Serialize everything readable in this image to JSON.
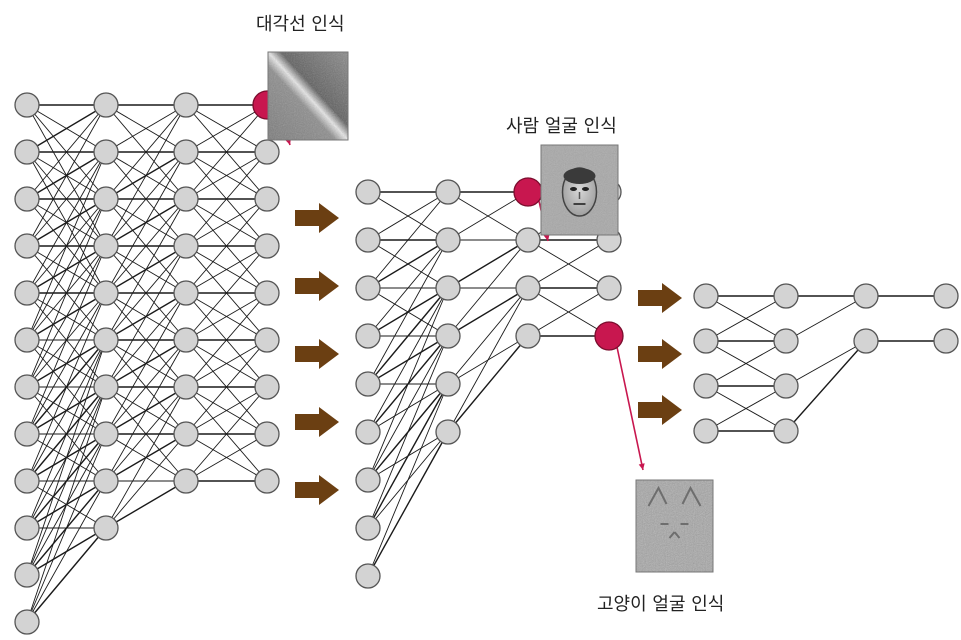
{
  "labels": {
    "diagonal": "대각선 인식",
    "face": "사람 얼굴 인식",
    "cat": "고양이 얼굴 인식"
  },
  "colors": {
    "node_fill": "#d3d3d3",
    "node_stroke": "#555555",
    "active_node_fill": "#c8174f",
    "arrow_fill": "#6b3f12",
    "edge": "#1a1a1a",
    "pointer": "#c8174f"
  },
  "networks": [
    {
      "layer_sizes": [
        12,
        10,
        9,
        9
      ],
      "active": [
        {
          "layer": 3,
          "node": 0
        }
      ]
    },
    {
      "layer_sizes": [
        9,
        6,
        4,
        4
      ],
      "active": [
        {
          "layer": 2,
          "node": 0
        },
        {
          "layer": 3,
          "node": 3
        }
      ]
    },
    {
      "layer_sizes": [
        4,
        4,
        2,
        2
      ],
      "active": []
    }
  ],
  "feature_images": [
    {
      "name": "diagonal-feature-image",
      "kind": "diagonal",
      "label_key": "diagonal"
    },
    {
      "name": "human-face-feature-image",
      "kind": "face",
      "label_key": "face"
    },
    {
      "name": "cat-face-feature-image",
      "kind": "cat",
      "label_key": "cat"
    }
  ],
  "transition_arrows": [
    5,
    3
  ]
}
